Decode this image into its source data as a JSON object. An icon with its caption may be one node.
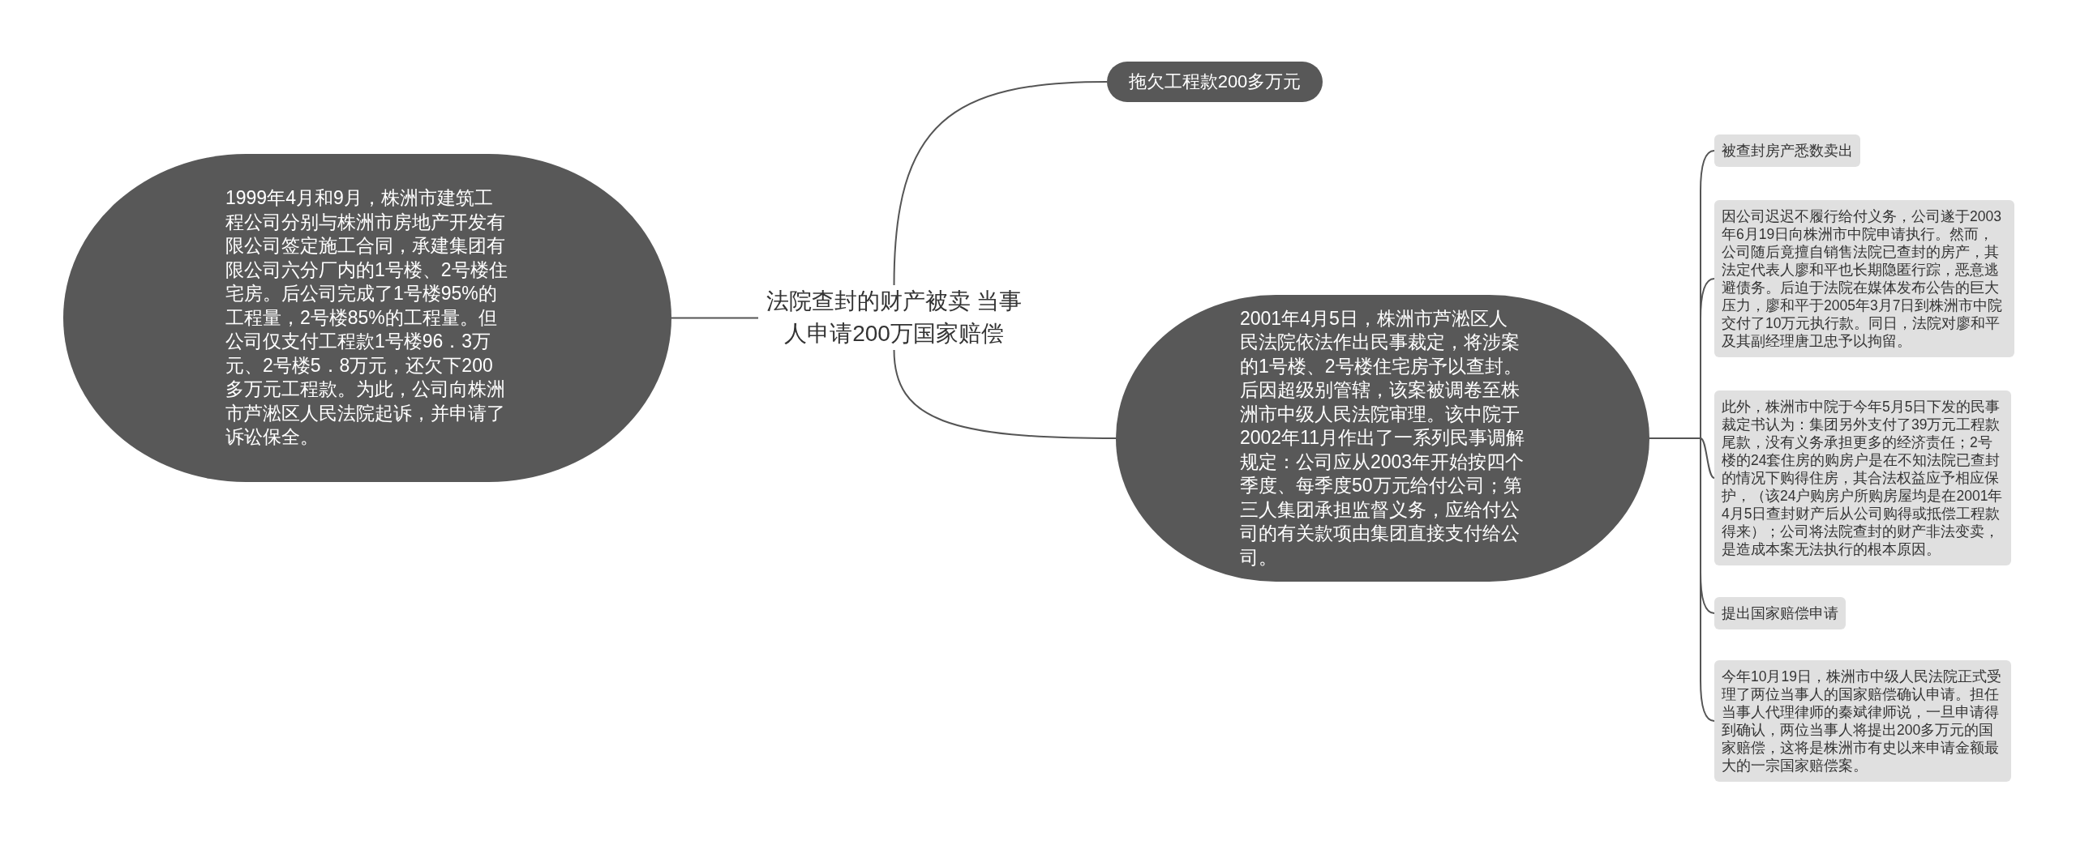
{
  "diagram": {
    "nodes": [
      {
        "text": [
          "法院查封的财产被卖 当事人申请200万国家赔偿"
        ]
      },
      {
        "text": [
          "1999年4月和9月，株洲市建筑工程公司分别与株洲市房地产开发有限公司签定施工合同，承建集团有限公司六分厂内的1号楼、2号楼住宅房。后公司完成了1号楼95%的工程量，2号楼85%的工程量。但公司仅支付工程款1号楼96．3万元、2号楼5．8万元，还欠下200多万元工程款。为此，公司向株洲市芦淞区人民法院起诉，并申请了诉讼保全。"
        ]
      },
      {
        "text": [
          "拖欠工程款200多万元"
        ]
      },
      {
        "text": [
          "2001年4月5日，株洲市芦淞区人民法院依法作出民事裁定，将涉案的1号楼、2号楼住宅房予以查封。后因超级别管辖，该案被调卷至株洲市中级人民法院审理。该中院于2002年11月作出了一系列民事调解规定：公司应从2003年开始按四个季度、每季度50万元给付公司；第三人集团承担监督义务，应给付公司的有关款项由集团直接支付给公司。"
        ]
      },
      {
        "text": [
          "被查封房产悉数卖出"
        ]
      },
      {
        "text": [
          "因公司迟迟不履行给付义务，公司遂于2003年6月19日向株洲市中院申请执行。然而，公司随后竟擅自销售法院已查封的房产，其法定代表人廖和平也长期隐匿行踪，恶意逃避债务。后迫于法院在媒体发布公告的巨大压力，廖和平于2005年3月7日到株洲市中院交付了10万元执行款。同日，法院对廖和平及其副经理唐卫忠予以拘留。"
        ]
      },
      {
        "text": [
          "此外，株洲市中院于今年5月5日下发的民事裁定书认为：集团另外支付了39万元工程款尾款，没有义务承担更多的经济责任；2号楼的24套住房的购房户是在不知法院已查封的情况下购得住房，其合法权益应予相应保护，（该24户购房户所购房屋均是在2001年4月5日查封财产后从公司购得或抵偿工程款得来）；公司将法院查封的财产非法变卖，是造成本案无法执行的根本原因。"
        ]
      },
      {
        "text": [
          "提出国家赔偿申请"
        ]
      },
      {
        "text": [
          "今年10月19日，株洲市中级人民法院正式受理了两位当事人的国家赔偿确认申请。担任当事人代理律师的秦斌律师说，一旦申请得到确认，两位当事人将提出200多万元的国家赔偿，这将是株洲市有史以来申请金额最大的一宗国家赔偿案。"
        ]
      }
    ],
    "edges": [
      {
        "from": 0,
        "to": 1,
        "arrow": "none"
      },
      {
        "from": 0,
        "to": 2,
        "arrow": "none"
      },
      {
        "from": 0,
        "to": 3,
        "arrow": "none"
      },
      {
        "from": 3,
        "to": 4,
        "arrow": "none"
      },
      {
        "from": 3,
        "to": 5,
        "arrow": "none"
      },
      {
        "from": 3,
        "to": 6,
        "arrow": "none"
      },
      {
        "from": 3,
        "to": 7,
        "arrow": "none"
      },
      {
        "from": 3,
        "to": 8,
        "arrow": "none"
      }
    ]
  }
}
